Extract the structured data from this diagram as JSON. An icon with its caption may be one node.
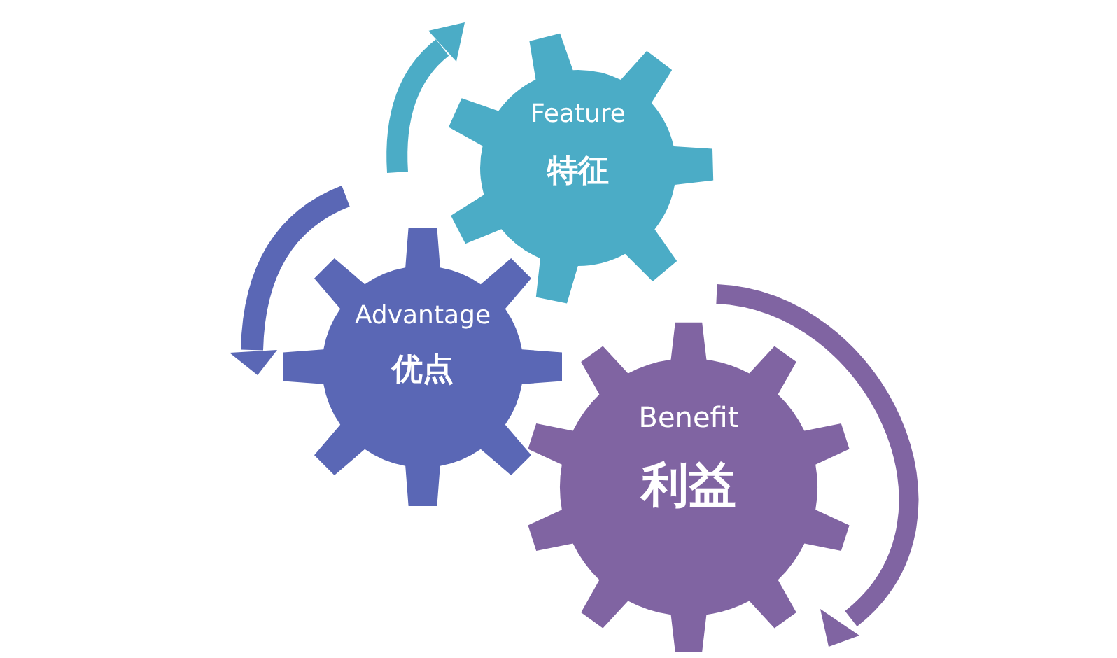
{
  "diagram": {
    "nodes": [
      {
        "text": [
          "Feature",
          "特征"
        ]
      },
      {
        "text": [
          "Advantage",
          "优点"
        ]
      },
      {
        "text": [
          "Benefit",
          "利益"
        ]
      }
    ]
  }
}
